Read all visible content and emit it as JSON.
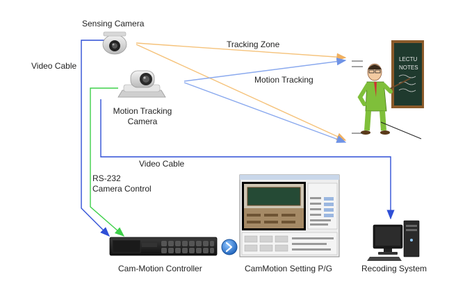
{
  "labels": {
    "sensing_camera": "Sensing Camera",
    "video_cable_left": "Video Cable",
    "tracking_zone": "Tracking Zone",
    "motion_tracking": "Motion Tracking",
    "motion_tracking_camera_line1": "Motion Tracking",
    "motion_tracking_camera_line2": "Camera",
    "video_cable_middle": "Video Cable",
    "rs232_line1": "RS-232",
    "rs232_line2": "Camera Control",
    "controller": "Cam-Motion Controller",
    "setting_pg": "CamMotion Setting P/G",
    "recording_system": "Recoding System"
  },
  "board_text": [
    "LECTU",
    "NOTES"
  ],
  "colors": {
    "blue_line": "#2f4fd6",
    "green_line": "#3ed04a",
    "orange_line": "#f5c27a",
    "light_blue_line": "#8aa9ee",
    "board": "#1f3a2e",
    "board_frame": "#8a5a2a",
    "next_button": "#1e6fc8"
  },
  "icons": {
    "next": "chevron-right-icon"
  }
}
